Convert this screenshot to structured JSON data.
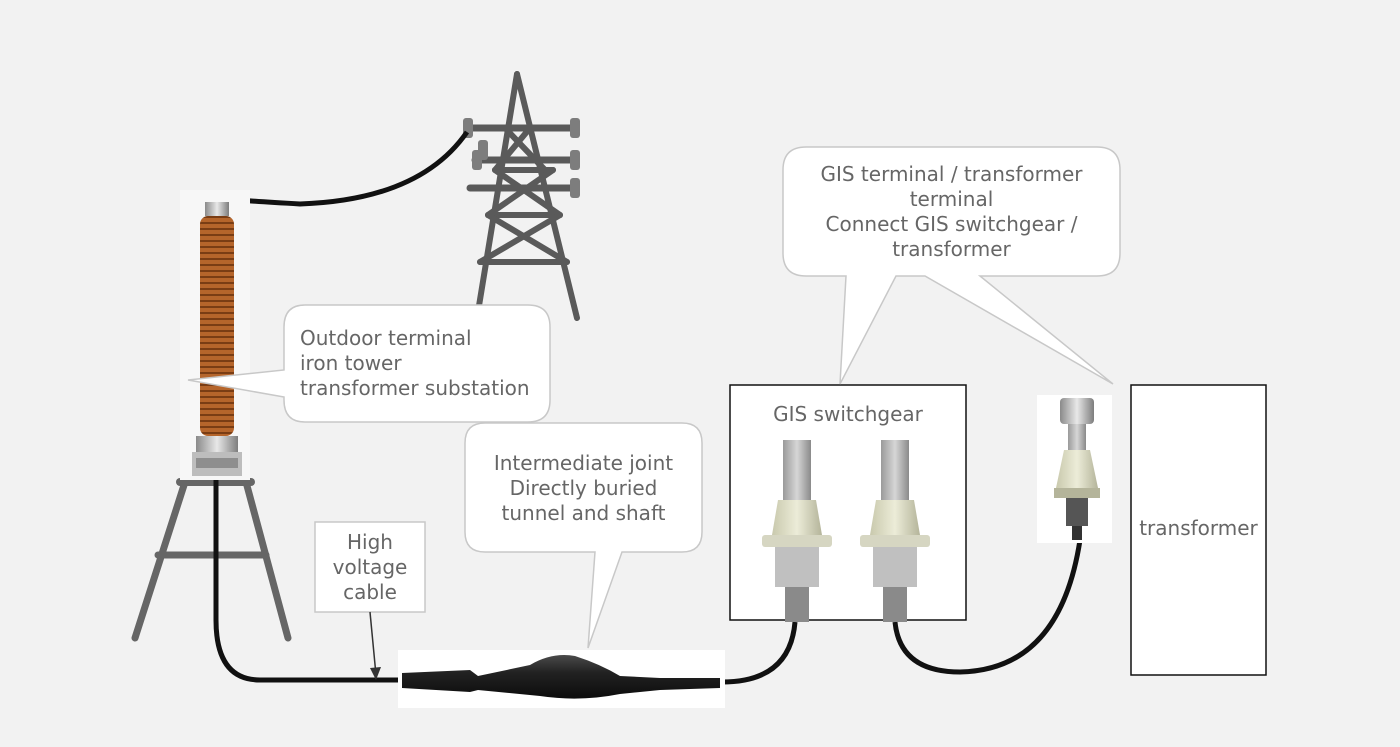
{
  "callouts": {
    "outdoor": {
      "lines": [
        "Outdoor terminal",
        "iron tower",
        "transformer substation"
      ]
    },
    "joint": {
      "lines": [
        "Intermediate joint",
        "Directly buried",
        "tunnel and shaft"
      ]
    },
    "gis_terminal": {
      "lines": [
        "GIS terminal / transformer",
        "terminal",
        "Connect GIS switchgear /",
        "transformer"
      ]
    },
    "cable": {
      "lines": [
        "High",
        "voltage",
        "cable"
      ]
    }
  },
  "boxes": {
    "gis_switchgear": "GIS switchgear",
    "transformer": "transformer"
  },
  "colors": {
    "background": "#f2f2f2",
    "cable": "#111111",
    "tower": "#5a5a5a",
    "insulator": "#a0551f",
    "text": "#666666",
    "bubble_border": "#c8c8c8"
  }
}
